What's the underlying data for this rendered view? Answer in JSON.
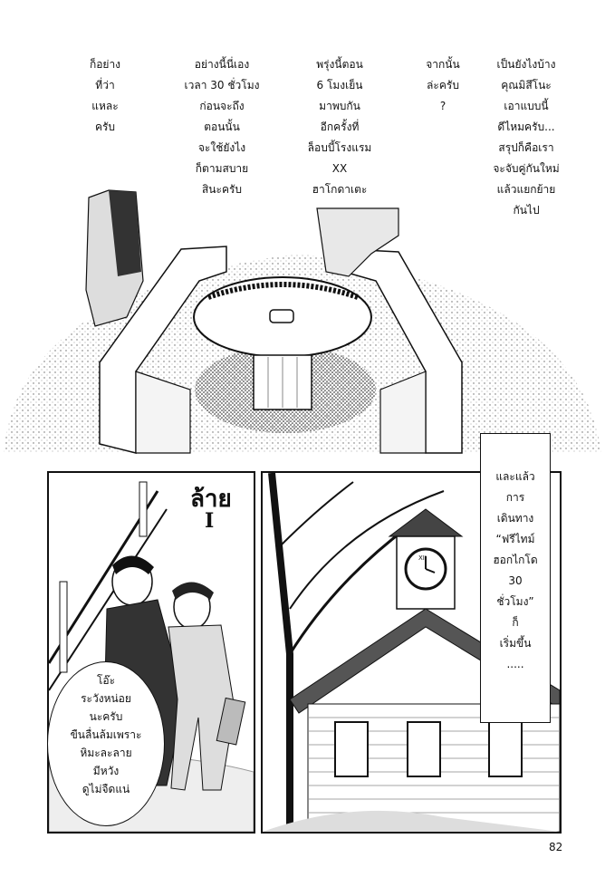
{
  "columns": [
    {
      "lines": [
        "ก็อย่าง",
        "ที่ว่า",
        "แหละ",
        "ครับ"
      ]
    },
    {
      "lines": [
        "อย่างนี้นี่เอง",
        "เวลา 30 ชั่วโมง",
        "ก่อนจะถึง",
        "ตอนนั้น",
        "จะใช้ยังไง",
        "ก็ตามสบาย",
        "สินะครับ"
      ]
    },
    {
      "lines": [
        "พรุ่งนี้ตอน",
        "6 โมงเย็น",
        "มาพบกัน",
        "อีกครั้งที่",
        "ล็อบบี้โรงแรม",
        "XX",
        "ฮาโกดาเตะ"
      ]
    },
    {
      "lines": [
        "จากนั้น",
        "ล่ะครับ",
        "?"
      ]
    },
    {
      "lines": [
        "เป็นยังไงบ้าง",
        "คุณมิสึโนะ",
        "เอาแบบนี้",
        "ดีไหมครับ...",
        "สรุปก็คือเรา",
        "จะจับคู่กันใหม่",
        "แล้วแยกย้าย",
        "กันไป"
      ]
    }
  ],
  "narration": {
    "lines": [
      "และแล้ว",
      "การ",
      "เดินทาง",
      "“ฟรีไทม์",
      "ฮอกไกโด",
      "30",
      "ชั่วโมง”",
      "ก็",
      "เริ่มขึ้น",
      "....."
    ]
  },
  "left_bubble": {
    "lines": [
      "โอ๊ะ",
      "ระวังหน่อย",
      "นะครับ",
      "ขืนลื่นล้มเพราะ",
      "หิมะละลาย",
      "มีหวัง",
      "ดูไม่จืดแน่"
    ]
  },
  "sfx": {
    "text": "ล้าย"
  },
  "page_number": "82",
  "clock": {
    "roman": "XII"
  }
}
